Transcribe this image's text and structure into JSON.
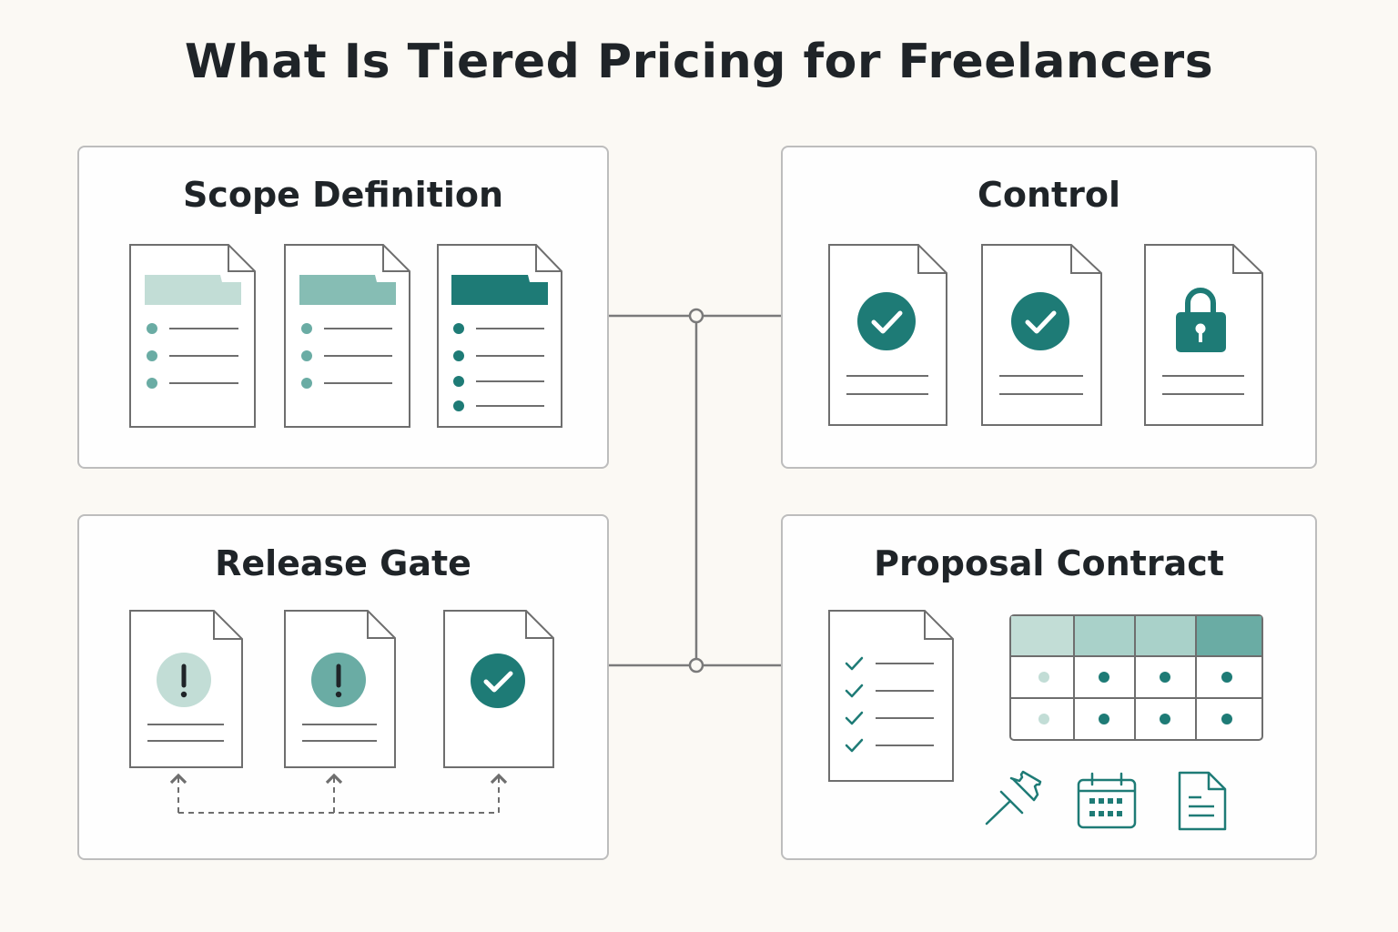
{
  "title": "What Is Tiered Pricing for Freelancers",
  "panels": {
    "scope": {
      "title": "Scope Definition"
    },
    "control": {
      "title": "Control"
    },
    "release": {
      "title": "Release Gate"
    },
    "proposal": {
      "title": "Proposal Contract"
    }
  },
  "colors": {
    "teal_dark": "#1e7b76",
    "teal_mid": "#6aaca4",
    "teal_light": "#c2ddd6",
    "stroke": "#6e6e6e",
    "background": "#fbf9f4"
  },
  "icons": [
    "check-circle-icon",
    "lock-icon",
    "exclamation-circle-icon",
    "pushpin-icon",
    "calendar-icon",
    "document-icon"
  ]
}
